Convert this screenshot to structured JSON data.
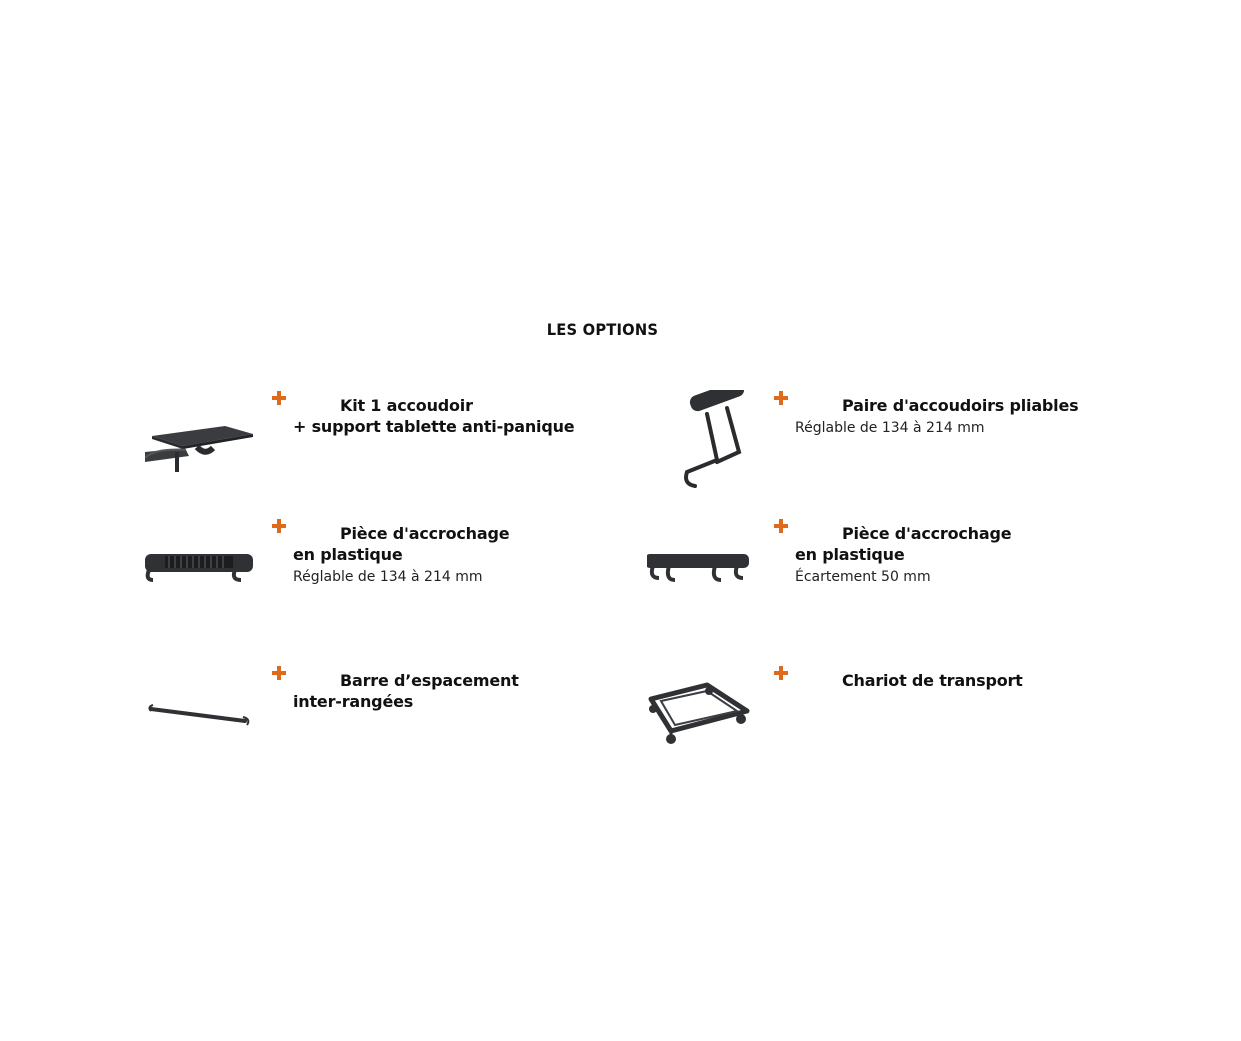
{
  "page": {
    "title": "LES OPTIONS"
  },
  "options": [
    {
      "name_line1": "Kit 1 accoudoir",
      "name_line2": "+ support tablette anti-panique",
      "desc": "",
      "image": "tablet-armrest-icon"
    },
    {
      "name_line1": "Paire d'accoudoirs pliables",
      "name_line2": "",
      "desc": "Réglable de 134 à 214 mm",
      "image": "folding-armrest-icon"
    },
    {
      "name_line1": "Pièce d'accrochage",
      "name_line2": "en plastique",
      "desc": "Réglable de 134 à 214 mm",
      "image": "adjustable-connector-icon"
    },
    {
      "name_line1": "Pièce d'accrochage",
      "name_line2": "en plastique",
      "desc": "Écartement 50 mm",
      "image": "fixed-connector-icon"
    },
    {
      "name_line1": "Barre d’espacement",
      "name_line2": "inter-rangées",
      "desc": "",
      "image": "spacer-bar-icon"
    },
    {
      "name_line1": "Chariot de transport",
      "name_line2": "",
      "desc": "",
      "image": "transport-trolley-icon"
    }
  ],
  "colors": {
    "accent": "#e06a1b",
    "text": "#111111",
    "product": "#2f3134"
  }
}
